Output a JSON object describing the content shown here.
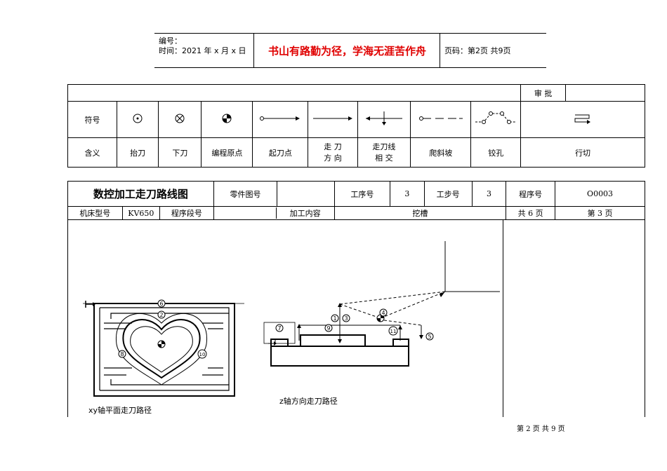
{
  "header": {
    "number_label": "编号：",
    "time_label": "时间：2021 年 x 月 x 日",
    "motto": "书山有路勤为径，学海无涯苦作舟",
    "page_info": "页码：第2页  共9页"
  },
  "legend_table": {
    "review_label": "审  批",
    "row_symbol_label": "符号",
    "row_meaning_label": "含义",
    "meanings": [
      "抬刀",
      "下刀",
      "编程原点",
      "起刀点",
      "走  刀\n方  向",
      "走刀线\n相  交",
      "爬斜坡",
      "铰孔",
      "行切"
    ],
    "symbol_icons": [
      "tool-lift-icon",
      "tool-down-icon",
      "program-origin-icon",
      "start-point-icon",
      "direction-arrow-icon",
      "intersect-icon",
      "ramp-icon",
      "ream-icon",
      "line-cut-icon"
    ]
  },
  "route_table": {
    "title": "数控加工走刀路线图",
    "part_drawing_label": "零件图号",
    "part_drawing_value": "",
    "process_no_label": "工序号",
    "process_no_value": "3",
    "step_no_label": "工步号",
    "step_no_value": "3",
    "program_no_label": "程序号",
    "program_no_value": "O0003",
    "machine_label": "机床型号",
    "machine_value": "KV650",
    "segment_label": "程序段号",
    "segment_value": "",
    "content_label": "加工内容",
    "content_value": "挖槽",
    "total_pages": "共 6 页",
    "current_page": "第  3  页"
  },
  "drawing": {
    "xy_caption": "xy轴平面走刀路径",
    "z_caption": "z轴方向走刀路径",
    "xy_markers": [
      "6",
      "2",
      "8",
      "10"
    ],
    "z_markers": [
      "1",
      "3",
      "4",
      "5",
      "7",
      "9",
      "11"
    ]
  },
  "footer": {
    "page": "第 2 页 共 9 页"
  }
}
